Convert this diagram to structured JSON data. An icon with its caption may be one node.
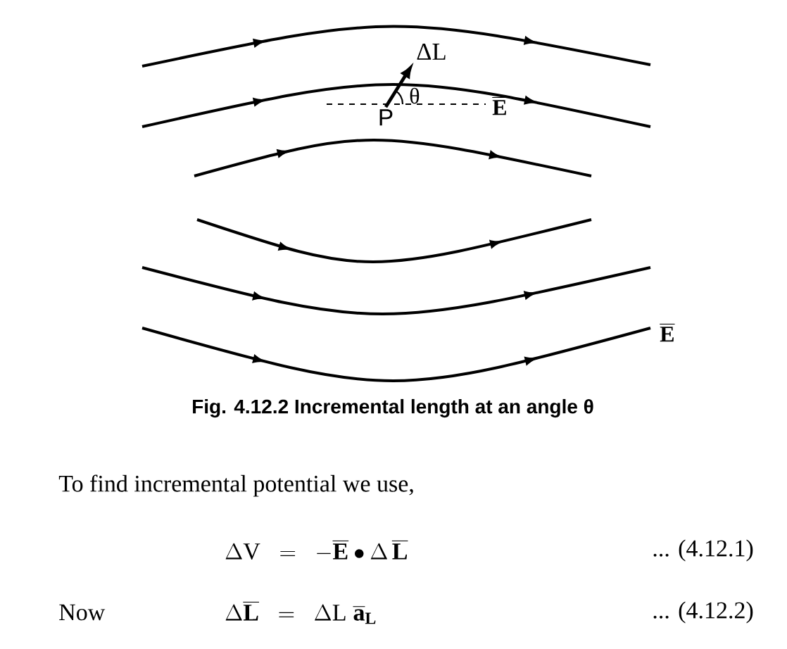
{
  "diagram": {
    "caption": "Fig. 4.12.2 Incremental length at an angle θ",
    "nodes": [
      {
        "text": [
          "P"
        ]
      },
      {
        "text": [
          "ΔL"
        ]
      }
    ],
    "edges": [
      {
        "from": 0,
        "to": 1,
        "arrow": "to"
      }
    ],
    "labels": [
      "θ",
      "\\overline{\\mathbf{E}}",
      "\\overline{\\mathbf{E}}",
      "To find incremental potential we use,",
      "\\Delta \\mathrm{V} \\;\\;=\\;\\; -\\overline{\\mathbf{E}}\\bullet\\Delta\\,\\overline{\\mathbf{L}}",
      "... (4.12.1)",
      "Now",
      "\\Delta\\overline{\\mathbf{L}} \\;\\;=\\;\\; \\Delta \\mathrm{L}\\;\\overline{\\mathbf{a}}_{\\mathbf{L}}",
      "... (4.12.2)"
    ]
  }
}
